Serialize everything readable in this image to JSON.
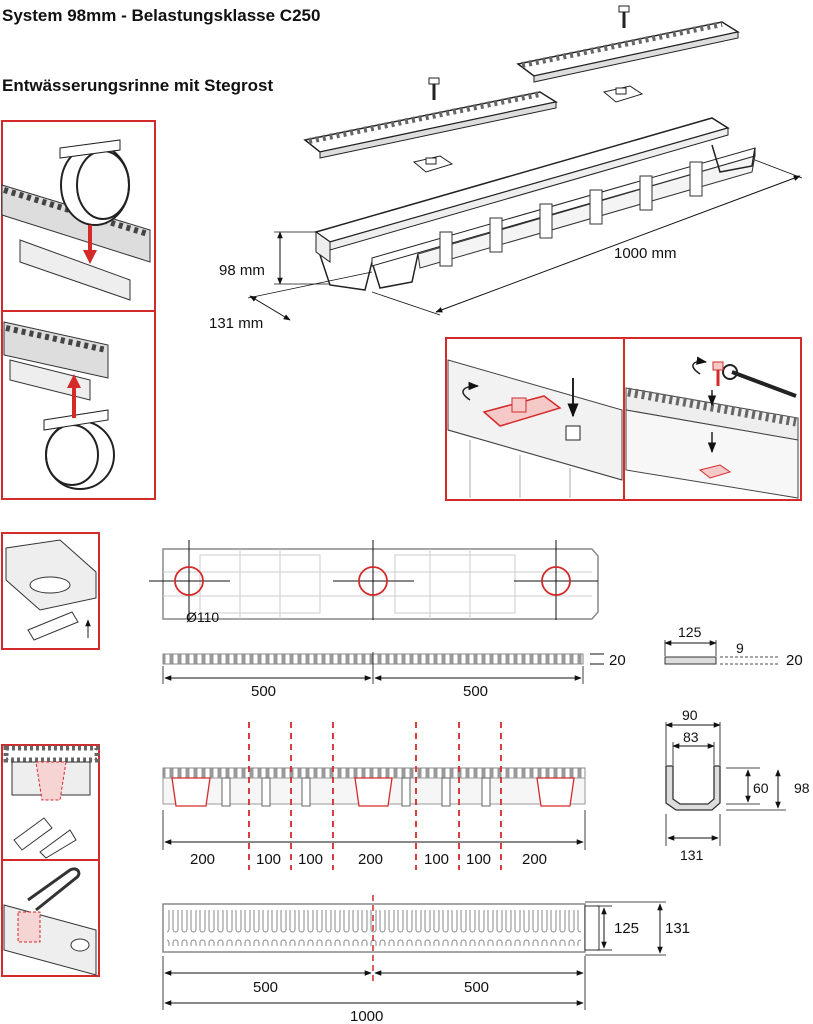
{
  "header": {
    "title": "System 98mm - Belastungsklasse C250",
    "subtitle": "Entwässerungsrinne mit Stegrost"
  },
  "colors": {
    "accent": "#d42a2a",
    "line": "#222222",
    "grey": "#bbbbbb"
  },
  "perspective": {
    "height_label": "98 mm",
    "width_label": "131 mm",
    "length_label": "1000 mm"
  },
  "top_view": {
    "diameter_label": "Ø110"
  },
  "grate_side": {
    "height_label": "20",
    "left_label": "500",
    "right_label": "500"
  },
  "grate_section": {
    "width_label": "125",
    "gap_label": "9",
    "height_label": "20"
  },
  "channel_side": {
    "segments": [
      "200",
      "100",
      "100",
      "200",
      "100",
      "100",
      "200"
    ]
  },
  "cross_section": {
    "outer_top_label": "90",
    "inner_top_label": "83",
    "inner_height_label": "60",
    "total_height_label": "98",
    "base_width_label": "131"
  },
  "bottom_view": {
    "inner_width_label": "125",
    "outer_width_label": "131",
    "left_half_label": "500",
    "right_half_label": "500",
    "total_length_label": "1000"
  },
  "icons": [
    "connector-top-icon",
    "connector-bottom-icon",
    "end-cap-icon",
    "knockout-icon",
    "lock-clip-icon",
    "screw-icon",
    "wrench-icon"
  ]
}
